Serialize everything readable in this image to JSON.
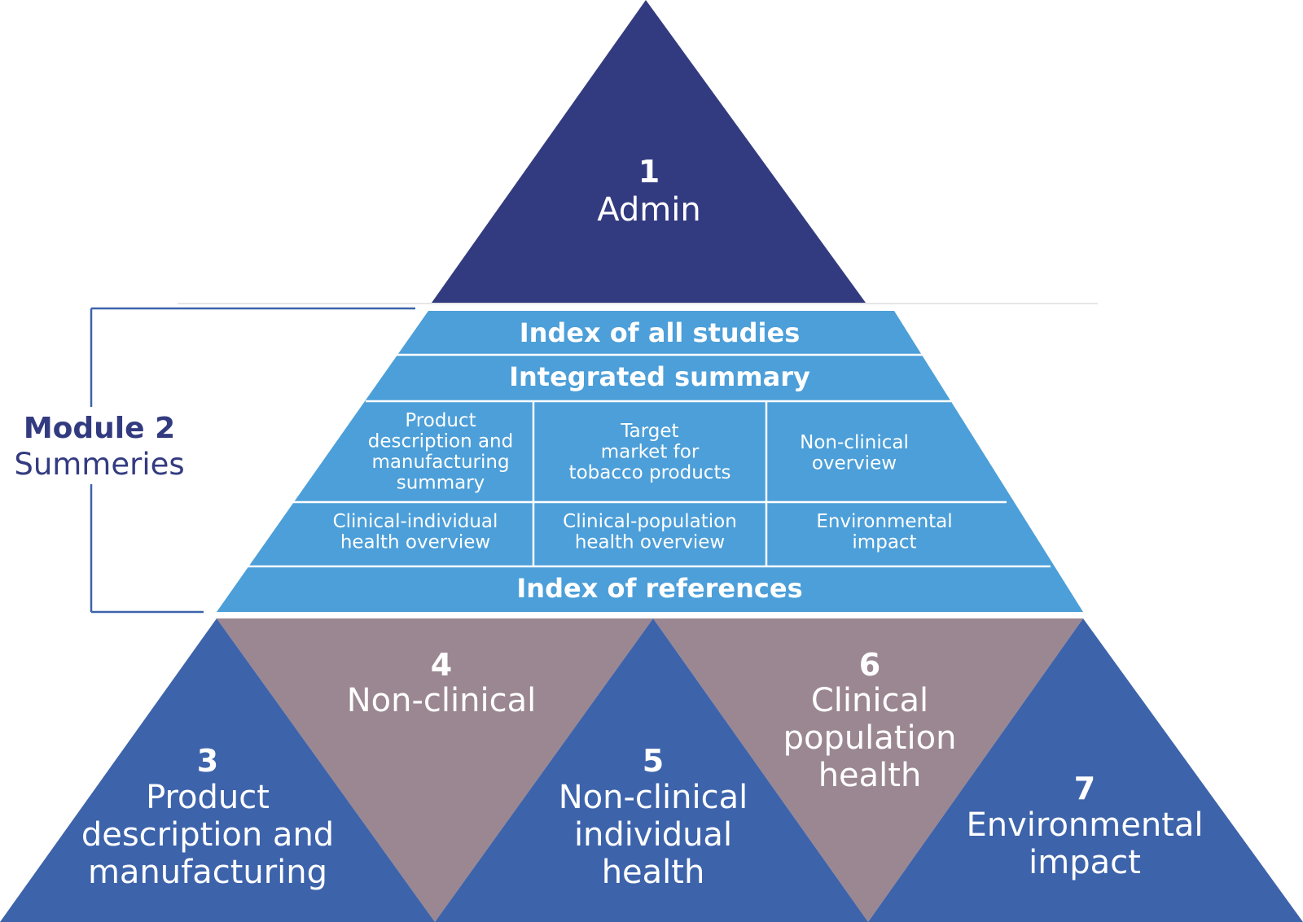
{
  "colors": {
    "top_navy": "#333b80",
    "module2_blue": "#4c9fd9",
    "bottom_blue": "#3d63ab",
    "bottom_mauve": "#9b8791",
    "bracket_blue": "#3d63ab",
    "label_navy": "#333b80",
    "divider": "#ffffff"
  },
  "module1": {
    "number": "1",
    "label": "Admin"
  },
  "module2": {
    "side_title": "Module 2",
    "side_subtitle": "Summeries",
    "rows": {
      "index_of_studies": "Index of all studies",
      "integrated_summary": "Integrated summary",
      "index_of_references": "Index of references"
    },
    "cells": {
      "product_summary": [
        "Product",
        "description and",
        "manufacturing",
        "summary"
      ],
      "target_market": [
        "Target",
        "market for",
        "tobacco products"
      ],
      "nonclinical_overview": [
        "Non-clinical",
        "overview"
      ],
      "clinical_individual": [
        "Clinical-individual",
        "health overview"
      ],
      "clinical_population": [
        "Clinical-population",
        "health overview"
      ],
      "environmental_impact": [
        "Environmental",
        "impact"
      ]
    }
  },
  "module3": {
    "number": "3",
    "lines": [
      "Product",
      "description and",
      "manufacturing"
    ]
  },
  "module4": {
    "number": "4",
    "lines": [
      "Non-clinical"
    ]
  },
  "module5": {
    "number": "5",
    "lines": [
      "Non-clinical",
      "individual",
      "health"
    ]
  },
  "module6": {
    "number": "6",
    "lines": [
      "Clinical",
      "population",
      "health"
    ]
  },
  "module7": {
    "number": "7",
    "lines": [
      "Environmental",
      "impact"
    ]
  }
}
